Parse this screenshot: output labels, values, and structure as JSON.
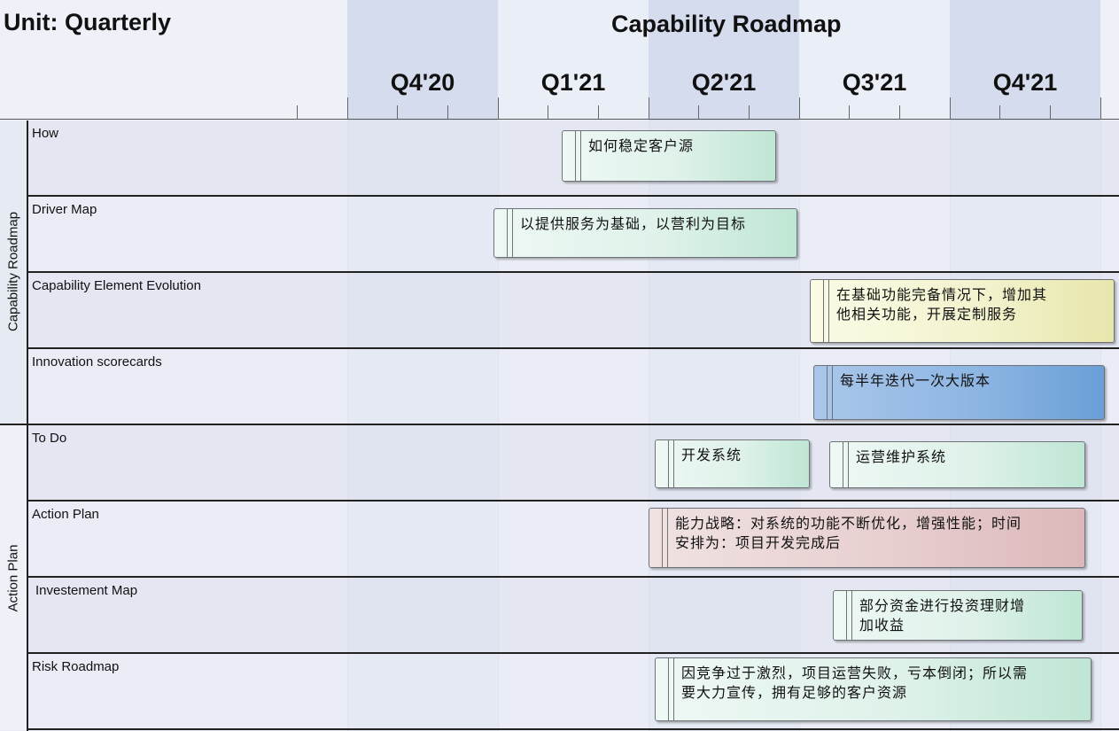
{
  "header": {
    "unit_label": "Unit: Quarterly",
    "title": "Capability Roadmap"
  },
  "quarters": [
    "Q4'20",
    "Q1'21",
    "Q2'21",
    "Q3'21",
    "Q4'21"
  ],
  "groups": [
    {
      "label": "Capability Roadmap"
    },
    {
      "label": "Action Plan"
    }
  ],
  "rows": [
    {
      "label": "How"
    },
    {
      "label": "Driver Map"
    },
    {
      "label": "Capability Element Evolution"
    },
    {
      "label": "Innovation scorecards"
    },
    {
      "label": "To Do"
    },
    {
      "label": "Action Plan"
    },
    {
      "label": "Investement Map"
    },
    {
      "label": "Risk Roadmap"
    }
  ],
  "bars": [
    {
      "text": "如何稳定客户源",
      "color": "green"
    },
    {
      "text": "以提供服务为基础，以营利为目标",
      "color": "green"
    },
    {
      "text": "在基础功能完备情况下，增加其他相关功能，开展定制服务",
      "color": "yellow"
    },
    {
      "text": "每半年迭代一次大版本",
      "color": "blue"
    },
    {
      "text": "开发系统",
      "color": "green"
    },
    {
      "text": "运营维护系统",
      "color": "green"
    },
    {
      "text": "能力战略：对系统的功能不断优化，增强性能；时间安排为：项目开发完成后",
      "color": "pink"
    },
    {
      "text": "部分资金进行投资理财增加收益",
      "color": "green"
    },
    {
      "text": "因竞争过于激烈，项目运营失败，亏本倒闭；所以需要大力宣传，拥有足够的客户资源",
      "color": "green"
    }
  ],
  "colors": {
    "green": "#c9ebdb",
    "yellow": "#eeeec0",
    "blue": "#86b0e0",
    "pink": "#e2c5c6",
    "band_dark": "#d5dcee",
    "band_light": "#eaeef6"
  }
}
